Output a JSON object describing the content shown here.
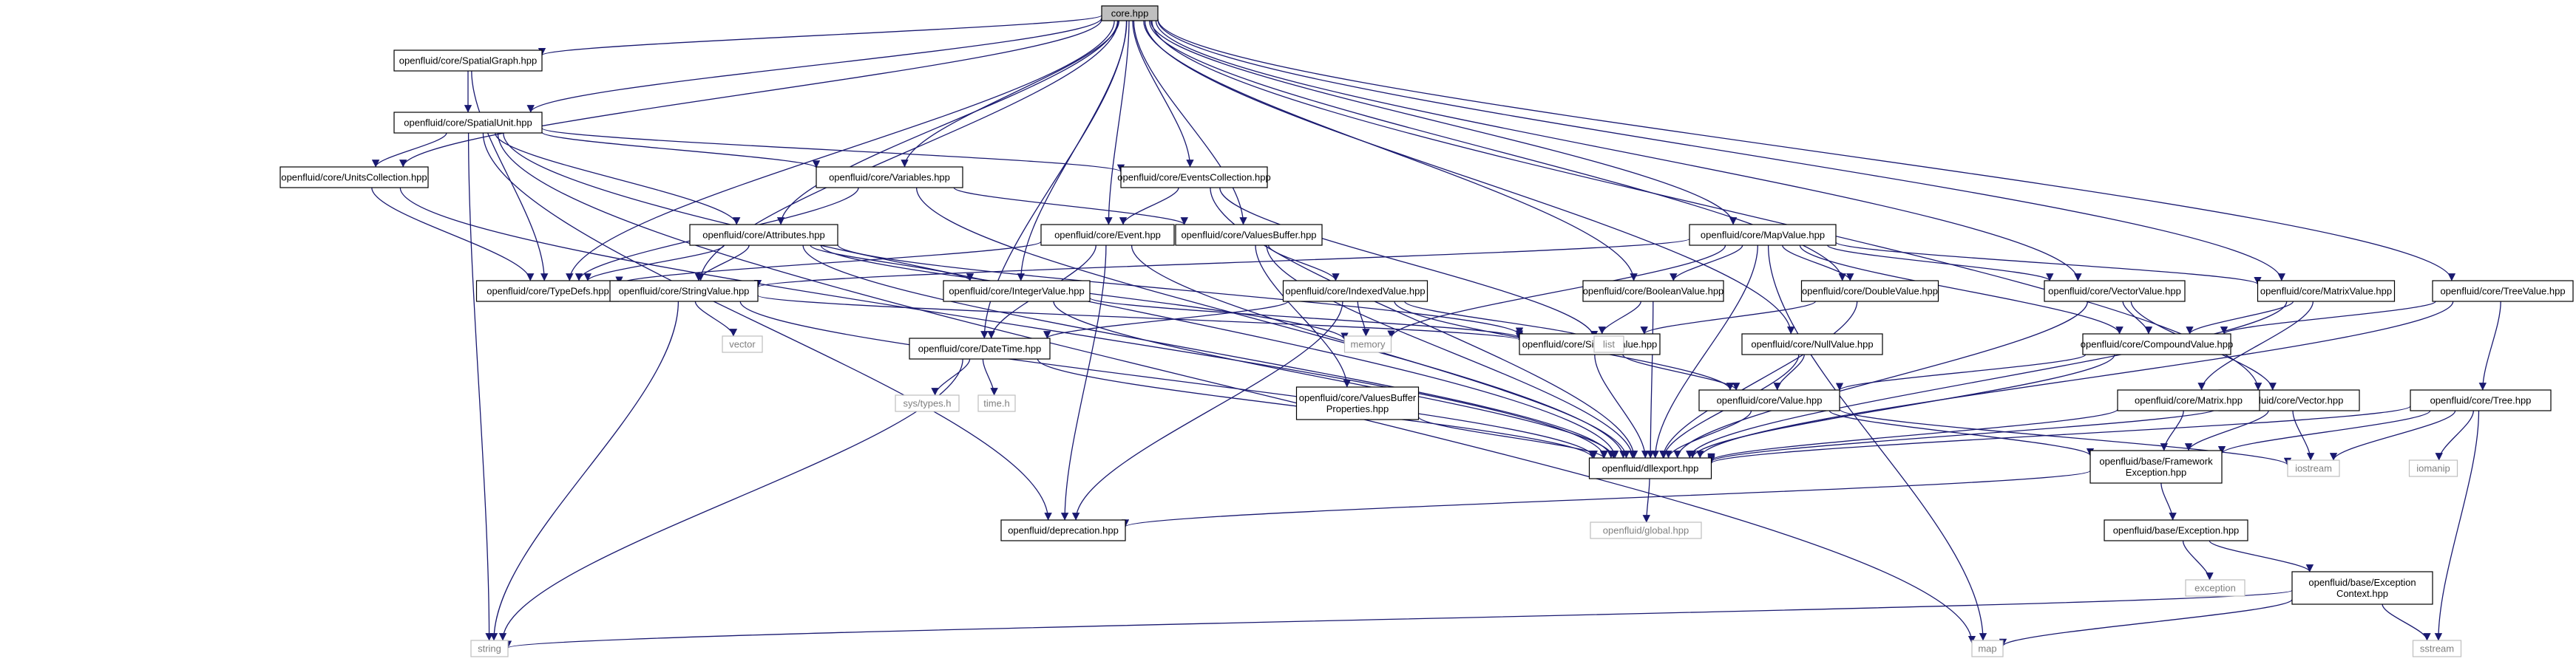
{
  "colors": {
    "edge": "#191970",
    "node_border": "#000000",
    "system_border": "#bfbfbf",
    "root_fill": "#bfbfbf",
    "system_text": "#7f7f7f"
  },
  "nodes": [
    {
      "id": "core",
      "lines": [
        "core.hpp"
      ],
      "kind": "root"
    },
    {
      "id": "spatialgraph",
      "lines": [
        "openfluid/core/SpatialGraph.hpp"
      ],
      "kind": "file"
    },
    {
      "id": "spatialunit",
      "lines": [
        "openfluid/core/SpatialUnit.hpp"
      ],
      "kind": "file"
    },
    {
      "id": "unitscollection",
      "lines": [
        "openfluid/core/UnitsCollection.hpp"
      ],
      "kind": "file"
    },
    {
      "id": "variables",
      "lines": [
        "openfluid/core/Variables.hpp"
      ],
      "kind": "file"
    },
    {
      "id": "eventscollection",
      "lines": [
        "openfluid/core/EventsCollection.hpp"
      ],
      "kind": "file"
    },
    {
      "id": "attributes",
      "lines": [
        "openfluid/core/Attributes.hpp"
      ],
      "kind": "file"
    },
    {
      "id": "event",
      "lines": [
        "openfluid/core/Event.hpp"
      ],
      "kind": "file"
    },
    {
      "id": "valuesbuffer",
      "lines": [
        "openfluid/core/ValuesBuffer.hpp"
      ],
      "kind": "file"
    },
    {
      "id": "mapvalue",
      "lines": [
        "openfluid/core/MapValue.hpp"
      ],
      "kind": "file"
    },
    {
      "id": "typedefs",
      "lines": [
        "openfluid/core/TypeDefs.hpp"
      ],
      "kind": "file"
    },
    {
      "id": "stringvalue",
      "lines": [
        "openfluid/core/StringValue.hpp"
      ],
      "kind": "file"
    },
    {
      "id": "integervalue",
      "lines": [
        "openfluid/core/IntegerValue.hpp"
      ],
      "kind": "file"
    },
    {
      "id": "indexedvalue",
      "lines": [
        "openfluid/core/IndexedValue.hpp"
      ],
      "kind": "file"
    },
    {
      "id": "booleanvalue",
      "lines": [
        "openfluid/core/BooleanValue.hpp"
      ],
      "kind": "file"
    },
    {
      "id": "doublevalue",
      "lines": [
        "openfluid/core/DoubleValue.hpp"
      ],
      "kind": "file"
    },
    {
      "id": "vectorvalue",
      "lines": [
        "openfluid/core/VectorValue.hpp"
      ],
      "kind": "file"
    },
    {
      "id": "matrixvalue",
      "lines": [
        "openfluid/core/MatrixValue.hpp"
      ],
      "kind": "file"
    },
    {
      "id": "treevalue",
      "lines": [
        "openfluid/core/TreeValue.hpp"
      ],
      "kind": "file"
    },
    {
      "id": "vector_std",
      "lines": [
        "vector"
      ],
      "kind": "system"
    },
    {
      "id": "memory",
      "lines": [
        "memory"
      ],
      "kind": "system"
    },
    {
      "id": "simplevalue",
      "lines": [
        "openfluid/core/SimpleValue.hpp"
      ],
      "kind": "file"
    },
    {
      "id": "list",
      "lines": [
        "list"
      ],
      "kind": "system"
    },
    {
      "id": "nullvalue",
      "lines": [
        "openfluid/core/NullValue.hpp"
      ],
      "kind": "file"
    },
    {
      "id": "compoundvalue",
      "lines": [
        "openfluid/core/CompoundValue.hpp"
      ],
      "kind": "file"
    },
    {
      "id": "datetime",
      "lines": [
        "openfluid/core/DateTime.hpp"
      ],
      "kind": "file"
    },
    {
      "id": "value",
      "lines": [
        "openfluid/core/Value.hpp"
      ],
      "kind": "file"
    },
    {
      "id": "vectorcore",
      "lines": [
        "openfluid/core/Vector.hpp"
      ],
      "kind": "file"
    },
    {
      "id": "tree",
      "lines": [
        "openfluid/core/Tree.hpp"
      ],
      "kind": "file"
    },
    {
      "id": "systypes",
      "lines": [
        "sys/types.h"
      ],
      "kind": "system"
    },
    {
      "id": "timeh",
      "lines": [
        "time.h"
      ],
      "kind": "system"
    },
    {
      "id": "vbprops",
      "lines": [
        "openfluid/core/ValuesBuffer",
        "Properties.hpp"
      ],
      "kind": "file"
    },
    {
      "id": "matrix",
      "lines": [
        "openfluid/core/Matrix.hpp"
      ],
      "kind": "file"
    },
    {
      "id": "dllexport",
      "lines": [
        "openfluid/dllexport.hpp"
      ],
      "kind": "file"
    },
    {
      "id": "iostream",
      "lines": [
        "iostream"
      ],
      "kind": "system"
    },
    {
      "id": "iomanip",
      "lines": [
        "iomanip"
      ],
      "kind": "system"
    },
    {
      "id": "fwexception",
      "lines": [
        "openfluid/base/Framework",
        "Exception.hpp"
      ],
      "kind": "file"
    },
    {
      "id": "global",
      "lines": [
        "openfluid/global.hpp"
      ],
      "kind": "system"
    },
    {
      "id": "deprecation",
      "lines": [
        "openfluid/deprecation.hpp"
      ],
      "kind": "file"
    },
    {
      "id": "exception",
      "lines": [
        "openfluid/base/Exception.hpp"
      ],
      "kind": "file"
    },
    {
      "id": "exception_std",
      "lines": [
        "exception"
      ],
      "kind": "system"
    },
    {
      "id": "excontext",
      "lines": [
        "openfluid/base/Exception",
        "Context.hpp"
      ],
      "kind": "file"
    },
    {
      "id": "string",
      "lines": [
        "string"
      ],
      "kind": "system"
    },
    {
      "id": "map",
      "lines": [
        "map"
      ],
      "kind": "system"
    },
    {
      "id": "sstream",
      "lines": [
        "sstream"
      ],
      "kind": "system"
    }
  ],
  "edges": [
    [
      "core",
      "spatialgraph"
    ],
    [
      "core",
      "spatialunit"
    ],
    [
      "core",
      "unitscollection"
    ],
    [
      "core",
      "variables"
    ],
    [
      "core",
      "eventscollection"
    ],
    [
      "core",
      "attributes"
    ],
    [
      "core",
      "event"
    ],
    [
      "core",
      "valuesbuffer"
    ],
    [
      "core",
      "mapvalue"
    ],
    [
      "core",
      "typedefs"
    ],
    [
      "core",
      "stringvalue"
    ],
    [
      "core",
      "integervalue"
    ],
    [
      "core",
      "booleanvalue"
    ],
    [
      "core",
      "doublevalue"
    ],
    [
      "core",
      "vectorvalue"
    ],
    [
      "core",
      "matrixvalue"
    ],
    [
      "core",
      "treevalue"
    ],
    [
      "core",
      "nullvalue"
    ],
    [
      "core",
      "vectorcore"
    ],
    [
      "core",
      "datetime"
    ],
    [
      "spatialgraph",
      "spatialunit"
    ],
    [
      "spatialgraph",
      "typedefs"
    ],
    [
      "spatialunit",
      "unitscollection"
    ],
    [
      "spatialunit",
      "variables"
    ],
    [
      "spatialunit",
      "eventscollection"
    ],
    [
      "spatialunit",
      "attributes"
    ],
    [
      "spatialunit",
      "dllexport"
    ],
    [
      "spatialunit",
      "string"
    ],
    [
      "spatialunit",
      "map"
    ],
    [
      "spatialunit",
      "deprecation"
    ],
    [
      "unitscollection",
      "typedefs"
    ],
    [
      "unitscollection",
      "dllexport"
    ],
    [
      "variables",
      "valuesbuffer"
    ],
    [
      "variables",
      "typedefs"
    ],
    [
      "variables",
      "dllexport"
    ],
    [
      "eventscollection",
      "event"
    ],
    [
      "eventscollection",
      "dllexport"
    ],
    [
      "eventscollection",
      "list"
    ],
    [
      "attributes",
      "typedefs"
    ],
    [
      "attributes",
      "stringvalue"
    ],
    [
      "attributes",
      "integervalue"
    ],
    [
      "attributes",
      "dllexport"
    ],
    [
      "attributes",
      "memory"
    ],
    [
      "attributes",
      "simplevalue"
    ],
    [
      "event",
      "typedefs"
    ],
    [
      "event",
      "datetime"
    ],
    [
      "event",
      "dllexport"
    ],
    [
      "event",
      "deprecation"
    ],
    [
      "valuesbuffer",
      "indexedvalue"
    ],
    [
      "valuesbuffer",
      "vbprops"
    ],
    [
      "valuesbuffer",
      "dllexport"
    ],
    [
      "mapvalue",
      "stringvalue"
    ],
    [
      "mapvalue",
      "booleanvalue"
    ],
    [
      "mapvalue",
      "doublevalue"
    ],
    [
      "mapvalue",
      "vectorvalue"
    ],
    [
      "mapvalue",
      "matrixvalue"
    ],
    [
      "mapvalue",
      "compoundvalue"
    ],
    [
      "mapvalue",
      "map"
    ],
    [
      "mapvalue",
      "dllexport"
    ],
    [
      "mapvalue",
      "memory"
    ],
    [
      "stringvalue",
      "simplevalue"
    ],
    [
      "stringvalue",
      "vector_std"
    ],
    [
      "stringvalue",
      "string"
    ],
    [
      "stringvalue",
      "dllexport"
    ],
    [
      "integervalue",
      "simplevalue"
    ],
    [
      "integervalue",
      "dllexport"
    ],
    [
      "indexedvalue",
      "datetime"
    ],
    [
      "indexedvalue",
      "memory"
    ],
    [
      "indexedvalue",
      "list"
    ],
    [
      "indexedvalue",
      "value"
    ],
    [
      "indexedvalue",
      "deprecation"
    ],
    [
      "booleanvalue",
      "simplevalue"
    ],
    [
      "booleanvalue",
      "dllexport"
    ],
    [
      "doublevalue",
      "simplevalue"
    ],
    [
      "doublevalue",
      "dllexport"
    ],
    [
      "vectorvalue",
      "compoundvalue"
    ],
    [
      "vectorvalue",
      "vectorcore"
    ],
    [
      "vectorvalue",
      "dllexport"
    ],
    [
      "matrixvalue",
      "compoundvalue"
    ],
    [
      "matrixvalue",
      "matrix"
    ],
    [
      "matrixvalue",
      "dllexport"
    ],
    [
      "treevalue",
      "compoundvalue"
    ],
    [
      "treevalue",
      "tree"
    ],
    [
      "treevalue",
      "dllexport"
    ],
    [
      "simplevalue",
      "value"
    ],
    [
      "simplevalue",
      "dllexport"
    ],
    [
      "nullvalue",
      "value"
    ],
    [
      "nullvalue",
      "dllexport"
    ],
    [
      "compoundvalue",
      "value"
    ],
    [
      "compoundvalue",
      "dllexport"
    ],
    [
      "datetime",
      "systypes"
    ],
    [
      "datetime",
      "timeh"
    ],
    [
      "datetime",
      "string"
    ],
    [
      "datetime",
      "dllexport"
    ],
    [
      "value",
      "dllexport"
    ],
    [
      "value",
      "iostream"
    ],
    [
      "value",
      "fwexception"
    ],
    [
      "vectorcore",
      "fwexception"
    ],
    [
      "vectorcore",
      "iostream"
    ],
    [
      "vectorcore",
      "dllexport"
    ],
    [
      "tree",
      "iostream"
    ],
    [
      "tree",
      "iomanip"
    ],
    [
      "tree",
      "sstream"
    ],
    [
      "tree",
      "fwexception"
    ],
    [
      "tree",
      "dllexport"
    ],
    [
      "matrix",
      "fwexception"
    ],
    [
      "matrix",
      "dllexport"
    ],
    [
      "vbprops",
      "dllexport"
    ],
    [
      "dllexport",
      "global"
    ],
    [
      "fwexception",
      "exception"
    ],
    [
      "fwexception",
      "deprecation"
    ],
    [
      "exception",
      "exception_std"
    ],
    [
      "exception",
      "excontext"
    ],
    [
      "excontext",
      "string"
    ],
    [
      "excontext",
      "map"
    ],
    [
      "excontext",
      "sstream"
    ]
  ]
}
